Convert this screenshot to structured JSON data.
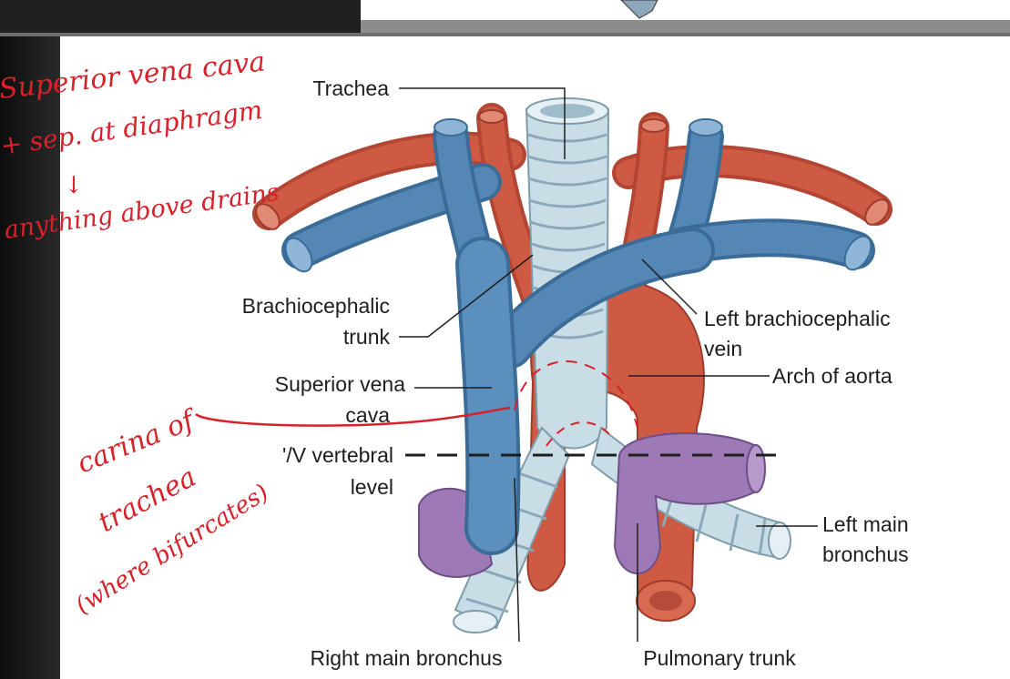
{
  "labels": {
    "trachea": "Trachea",
    "brachiocephalic_trunk_1": "Brachiocephalic",
    "brachiocephalic_trunk_2": "trunk",
    "left_brachiocephalic_vein_1": "Left brachiocephalic",
    "left_brachiocephalic_vein_2": "vein",
    "arch_of_aorta": "Arch of aorta",
    "superior_vena_cava_1": "Superior vena",
    "superior_vena_cava_2": "cava",
    "vertebral_level_1": "'/V vertebral",
    "vertebral_level_2": "level",
    "left_main_bronchus_1": "Left main",
    "left_main_bronchus_2": "bronchus",
    "right_main_bronchus": "Right main bronchus",
    "pulmonary_trunk": "Pulmonary trunk"
  },
  "annotations": {
    "note1_line1": "Superior vena cava",
    "note1_line2": "+ sep. at diaphragm",
    "note1_line3": "↓",
    "note1_line4": "anything above drains",
    "note2_line1": "carina of",
    "note2_line2": "trachea",
    "note2_line3": "(where bifurcates)"
  },
  "colors": {
    "artery": "#cf5a44",
    "vein": "#5487b5",
    "airway": "#b7d2df",
    "pulmonary": "#9d7ab5",
    "ink": "#d8212a"
  }
}
